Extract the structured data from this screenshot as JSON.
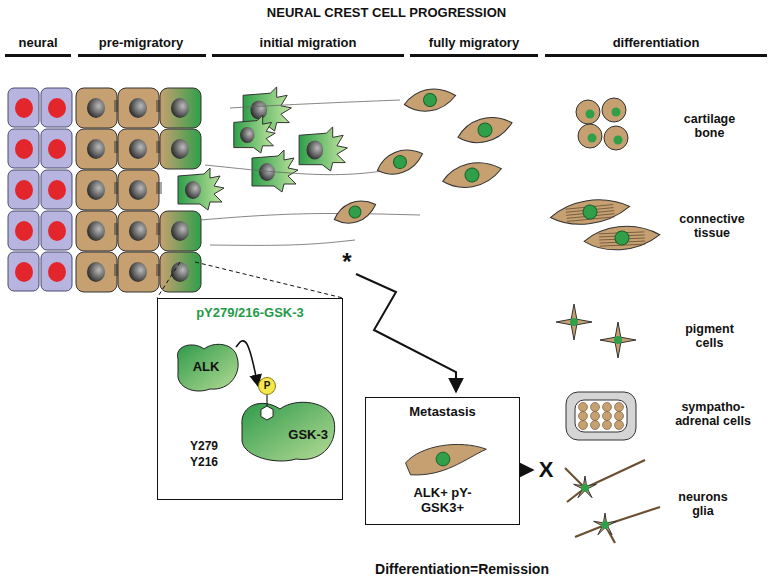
{
  "diagram": {
    "title": "NEURAL CREST CELL PROGRESSION",
    "nodes": [
      {
        "text": [
          "pY279/216-GSK-3"
        ]
      },
      {
        "text": [
          "ALK"
        ],
        "in": 0
      },
      {
        "text": [
          "P"
        ],
        "in": 0
      },
      {
        "text": [
          "GSK-3"
        ],
        "in": 0
      },
      {
        "text": [
          "Metastasis",
          "ALK+ pY-GSK3+"
        ]
      }
    ],
    "edges": [
      {
        "from": 1,
        "to": 2,
        "arrow": "to"
      }
    ],
    "labels": [
      "neural",
      "pre-migratory",
      "initial migration",
      "fully migratory",
      "differentiation",
      "cartilage bone",
      "connective tissue",
      "pigment cells",
      "sympatho-adrenal cells",
      "neurons glia",
      "Y279",
      "Y216",
      "*",
      "X",
      "Differentiation=Remission"
    ]
  }
}
